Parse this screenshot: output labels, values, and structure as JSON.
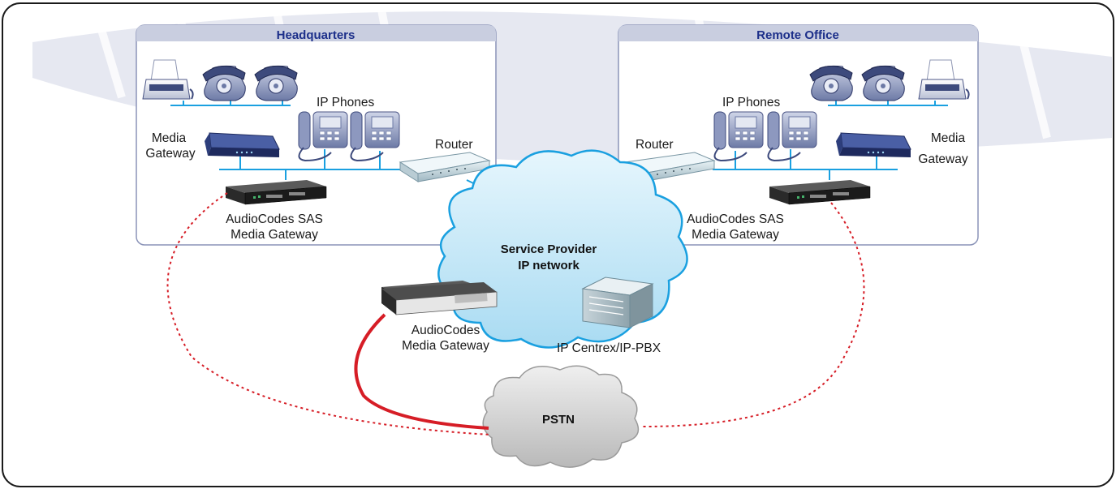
{
  "colors": {
    "office_header_bg": "#c9cee0",
    "office_header_text": "#1c2f8a",
    "lan_line": "#1aa0e0",
    "sas_link": "#d61d26",
    "pstn_link": "#d61d26",
    "cloud_service": "#bfe3f4",
    "cloud_pstn": "#c8c8c8"
  },
  "headquarters": {
    "title": "Headquarters",
    "ip_phones_label": "IP Phones",
    "media_gateway_label": [
      "Media",
      "Gateway"
    ],
    "router_label": "Router",
    "sas_label": [
      "AudioCodes SAS",
      "Media Gateway"
    ]
  },
  "remote_office": {
    "title": "Remote Office",
    "ip_phones_label": "IP Phones",
    "media_gateway_label": [
      "Media",
      "Gateway"
    ],
    "router_label": "Router",
    "sas_label": [
      "AudioCodes SAS",
      "Media Gateway"
    ]
  },
  "service_provider": {
    "label": [
      "Service Provider",
      "IP network"
    ],
    "ippbx_label": "IP Centrex/IP-PBX"
  },
  "central_gateway": {
    "label": [
      "AudioCodes",
      "Media Gateway"
    ]
  },
  "pstn": {
    "label": "PSTN"
  },
  "icons": [
    "fax-icon",
    "phone-icon",
    "ip-phone-icon",
    "media-gateway-icon",
    "router-icon",
    "rack-gateway-icon",
    "server-icon",
    "cloud-icon"
  ]
}
